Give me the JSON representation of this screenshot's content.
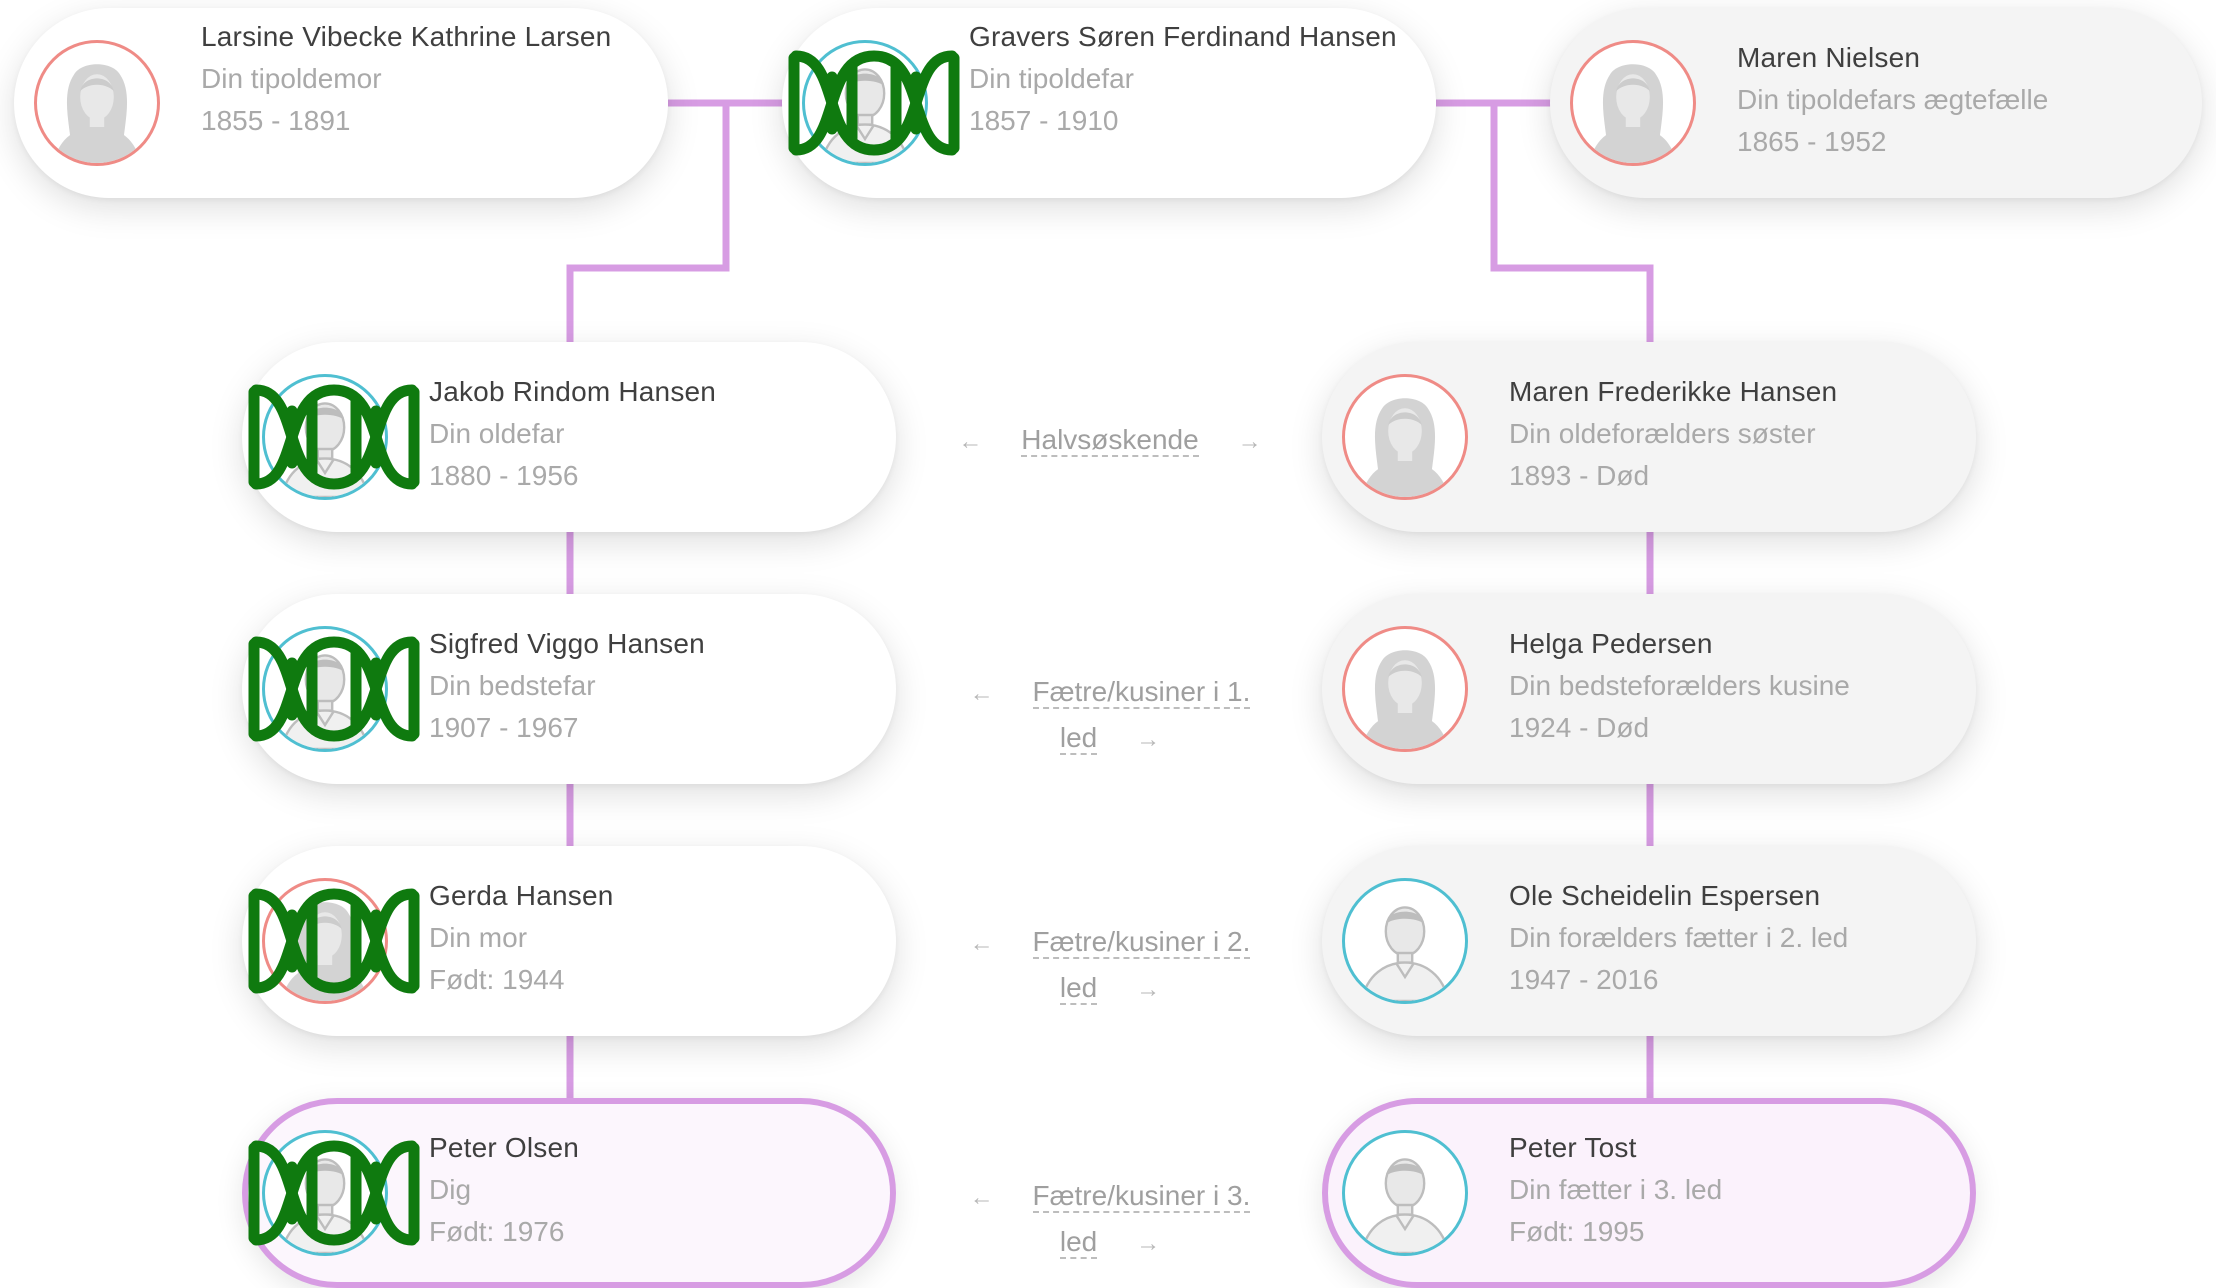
{
  "colors": {
    "connector": "#d79ce3",
    "female_ring": "#ef8b86",
    "male_ring": "#4fbfd1",
    "dna_marker": "#0f7a0f",
    "highlight_border": "#d79ce3"
  },
  "cards": {
    "ancestor_mother": {
      "name": "Larsine Vibecke Kathrine Larsen",
      "role": "Din tipoldemor",
      "years": "1855 - 1891"
    },
    "ancestor_father": {
      "name": "Gravers Søren Ferdinand Hansen",
      "role": "Din tipoldefar",
      "years": "1857 - 1910"
    },
    "ancestor_spouse": {
      "name": "Maren Nielsen",
      "role": "Din tipoldefars ægtefælle",
      "years": "1865 - 1952"
    },
    "left_1": {
      "name": "Jakob Rindom Hansen",
      "role": "Din oldefar",
      "years": "1880 - 1956"
    },
    "left_2": {
      "name": "Sigfred Viggo Hansen",
      "role": "Din bedstefar",
      "years": "1907 - 1967"
    },
    "left_3": {
      "name": "Gerda Hansen",
      "role": "Din mor",
      "years": "Født: 1944"
    },
    "left_4": {
      "name": "Peter Olsen",
      "role": "Dig",
      "years": "Født: 1976"
    },
    "right_1": {
      "name": "Maren Frederikke Hansen",
      "role": "Din oldeforælders søster",
      "years": "1893 - Død"
    },
    "right_2": {
      "name": "Helga Pedersen",
      "role": "Din bedsteforælders kusine",
      "years": "1924 - Død"
    },
    "right_3": {
      "name": "Ole Scheidelin Espersen",
      "role": "Din forælders fætter i 2. led",
      "years": "1947 - 2016"
    },
    "right_4": {
      "name": "Peter Tost",
      "role": "Din fætter i 3. led",
      "years": "Født: 1995"
    }
  },
  "relations": {
    "r1": {
      "arrow_left": "←",
      "label": "Halvsøskende",
      "arrow_right": "→"
    },
    "r2": {
      "arrow_left": "←",
      "label": "Fætre/kusiner i 1. led",
      "arrow_right": "→"
    },
    "r3": {
      "arrow_left": "←",
      "label": "Fætre/kusiner i 2. led",
      "arrow_right": "→"
    },
    "r4": {
      "arrow_left": "←",
      "label": "Fætre/kusiner i 3. led",
      "arrow_right": "→"
    }
  }
}
